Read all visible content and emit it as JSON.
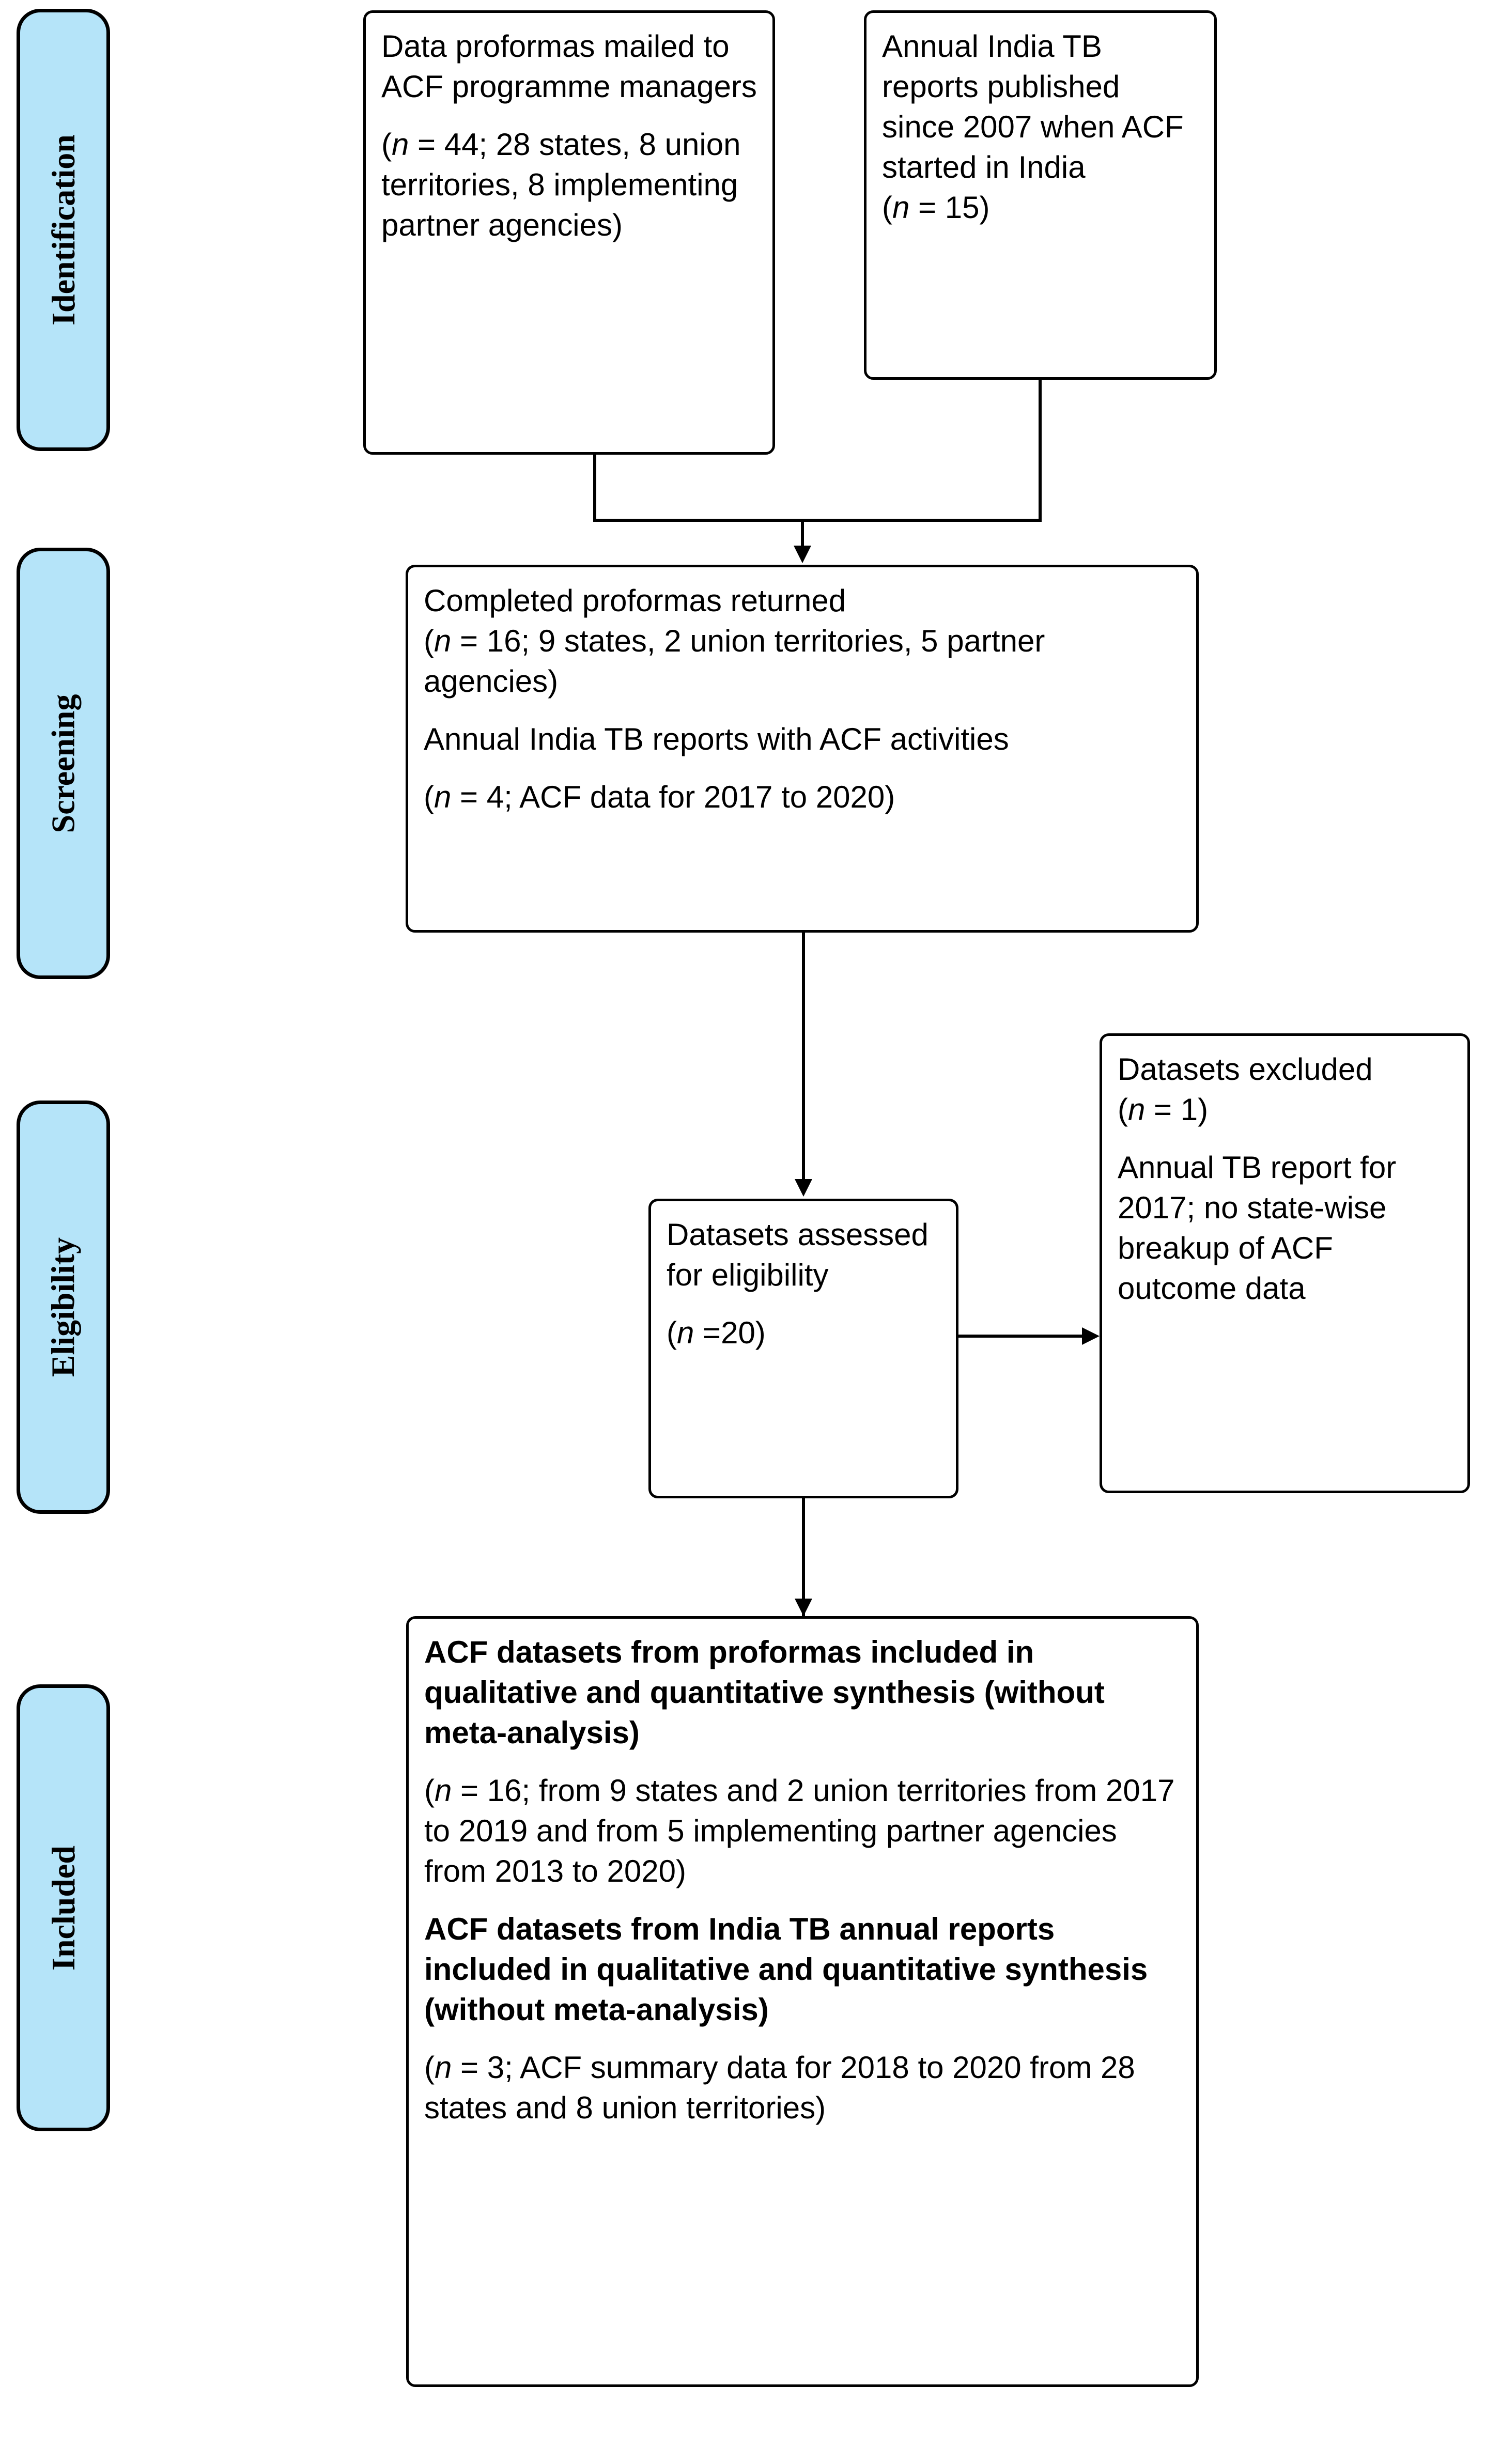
{
  "diagram": {
    "type": "prisma-flow-diagram",
    "phases": [
      {
        "id": "identification",
        "label": "Identification"
      },
      {
        "id": "screening",
        "label": "Screening"
      },
      {
        "id": "eligibility",
        "label": "Eligibility"
      },
      {
        "id": "included",
        "label": "Included"
      }
    ],
    "phase_label_color": "#b5e4f9",
    "border_color": "#000000",
    "box_fill": "#ffffff"
  },
  "boxes": {
    "proformas_mailed": {
      "title": "Data proformas mailed to ACF programme managers",
      "count_line": "(n = 44; 28 states, 8 union territories, 8 implementing partner agencies)",
      "n_prefix": "(",
      "n_italic": "n",
      "n_rest": " = 44; 28 states, 8 union territories, 8 implementing partner agencies)"
    },
    "annual_reports": {
      "title": "Annual India TB reports published since 2007 when ACF started in India",
      "n_prefix": "(",
      "n_italic": "n",
      "n_rest": " = 15)"
    },
    "completed_proformas": {
      "line1": "Completed proformas returned",
      "line2_prefix": "(",
      "line2_italic": "n",
      "line2_rest": " = 16; 9 states, 2 union territories, 5 partner agencies)",
      "line3": "Annual India TB reports with ACF activities",
      "line4_prefix": "(",
      "line4_italic": "n",
      "line4_rest": " = 4; ACF data for 2017 to 2020)"
    },
    "assessed_eligibility": {
      "title": "Datasets assessed for eligibility",
      "n_prefix": "(",
      "n_italic": "n",
      "n_rest": " =20)"
    },
    "datasets_excluded": {
      "title": "Datasets excluded",
      "n_prefix": "(",
      "n_italic": "n",
      "n_rest": " = 1)",
      "reason": "Annual TB report for 2017; no state-wise breakup of ACF outcome data"
    },
    "included_synthesis": {
      "heading1": "ACF datasets from proformas included in qualitative and quantitative synthesis (without meta-analysis)",
      "detail1_prefix": "(",
      "detail1_italic": "n",
      "detail1_rest": " = 16; from 9 states and 2 union territories from 2017 to 2019 and from 5 implementing partner agencies from 2013 to 2020)",
      "heading2": "ACF datasets from India TB annual reports included in qualitative and quantitative synthesis (without meta-analysis)",
      "detail2_prefix": "(",
      "detail2_italic": "n",
      "detail2_rest": " = 3; ACF summary data for 2018 to 2020 from 28 states and 8 union territories)"
    }
  }
}
